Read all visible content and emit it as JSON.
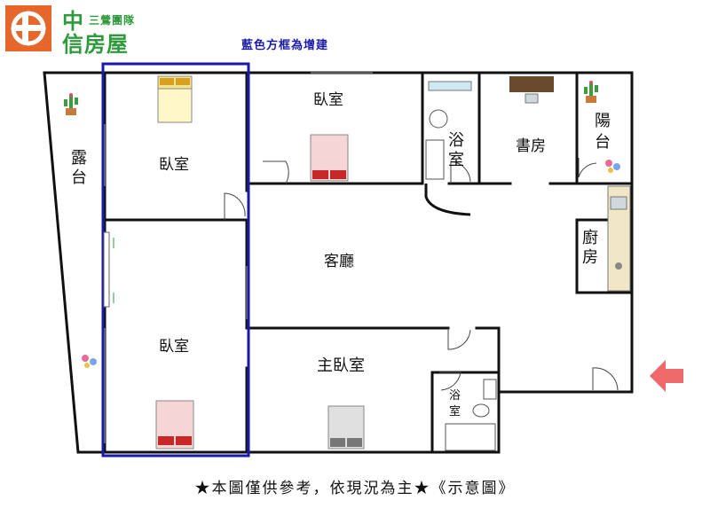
{
  "logo": {
    "line1": "中",
    "line2": "三鶯團隊",
    "line3": "信房屋"
  },
  "annotation": {
    "added_structure_note": "藍色方框為增建"
  },
  "rooms": {
    "terrace": "露台",
    "bedroom_top_left": "臥室",
    "bedroom_bottom_left": "臥室",
    "bedroom_top_middle": "臥室",
    "bathroom_top": "浴室",
    "study": "書房",
    "balcony": "陽台",
    "living_room": "客廳",
    "kitchen": "廚房",
    "master_bedroom": "主臥室",
    "bathroom_master": "浴室"
  },
  "footer": {
    "text": "★本圖僅供參考，依現況為主★《示意圖》"
  },
  "colors": {
    "wall": "#111111",
    "added_frame": "#1a1aa8",
    "logo_orange": "#e5672b",
    "logo_green": "#2e9a3c",
    "entrance_arrow": "#ef6b6b"
  }
}
